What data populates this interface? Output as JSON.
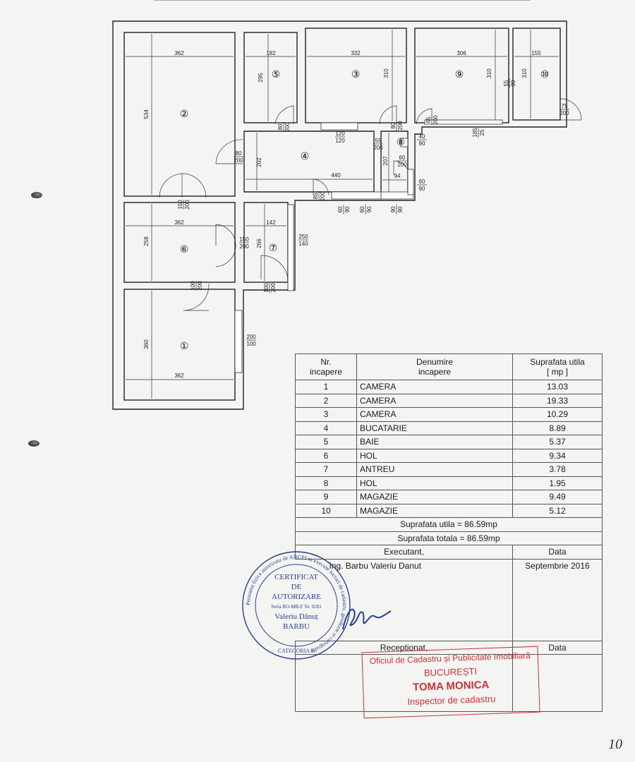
{
  "plan": {
    "rooms": [
      {
        "num": "1",
        "label": "①"
      },
      {
        "num": "2",
        "label": "②"
      },
      {
        "num": "3",
        "label": "③"
      },
      {
        "num": "4",
        "label": "④"
      },
      {
        "num": "5",
        "label": "⑤"
      },
      {
        "num": "6",
        "label": "⑥"
      },
      {
        "num": "7",
        "label": "⑦"
      },
      {
        "num": "8",
        "label": "⑧"
      },
      {
        "num": "9",
        "label": "⑨"
      },
      {
        "num": "10",
        "label": "⑩"
      }
    ],
    "dims": {
      "r2_w": "362",
      "r2_h": "534",
      "r5_w": "182",
      "r5_h": "295",
      "r3_w": "332",
      "r3_h": "310",
      "r9_w": "306",
      "r9_h": "310",
      "r10_w": "155",
      "r10_h": "310",
      "r4_h": "202",
      "r4_w": "440",
      "r6_w": "362",
      "r6_h": "258",
      "r7_w": "142",
      "r7_h": "266",
      "r1_w": "362",
      "r1_h": "360",
      "r8_h": "207",
      "r8_w": "94"
    },
    "openings": {
      "d5": [
        "80",
        "200"
      ],
      "d4a": [
        "80",
        "200"
      ],
      "w3": [
        "120",
        "120"
      ],
      "d3a": [
        "55",
        "200"
      ],
      "d3b": [
        "80",
        "200"
      ],
      "d9a": [
        "65",
        "200"
      ],
      "d9b": [
        "40",
        "90"
      ],
      "w9": [
        "185",
        "25"
      ],
      "d9c": [
        "55",
        "90"
      ],
      "d10": [
        "75",
        "200"
      ],
      "d8": [
        "60",
        "200"
      ],
      "w8": [
        "60",
        "90"
      ],
      "d2": [
        "150",
        "200"
      ],
      "d4b": [
        "85",
        "200"
      ],
      "w4a": [
        "60",
        "90"
      ],
      "w4b": [
        "60",
        "90"
      ],
      "w4c": [
        "90",
        "90"
      ],
      "w7": [
        "250",
        "140"
      ],
      "d6": [
        "150",
        "200"
      ],
      "d1": [
        "100",
        "200"
      ],
      "d7": [
        "100",
        "200"
      ],
      "w1": [
        "200",
        "100"
      ]
    }
  },
  "table": {
    "header": {
      "nr": "Nr.\nincapere",
      "name": "Denumire\nincapere",
      "area": "Suprafata utila\n[ mp ]"
    },
    "rows": [
      {
        "nr": "1",
        "name": "CAMERA",
        "area": "13.03"
      },
      {
        "nr": "2",
        "name": "CAMERA",
        "area": "19.33"
      },
      {
        "nr": "3",
        "name": "CAMERA",
        "area": "10.29"
      },
      {
        "nr": "4",
        "name": "BUCATARIE",
        "area": "8.89"
      },
      {
        "nr": "5",
        "name": "BAIE",
        "area": "5.37"
      },
      {
        "nr": "6",
        "name": "HOL",
        "area": "9.34"
      },
      {
        "nr": "7",
        "name": "ANTREU",
        "area": "3.78"
      },
      {
        "nr": "8",
        "name": "HOL",
        "area": "1.95"
      },
      {
        "nr": "9",
        "name": "MAGAZIE",
        "area": "9.49"
      },
      {
        "nr": "10",
        "name": "MAGAZIE",
        "area": "5.12"
      }
    ],
    "total_utila": "Suprafata utila = 86.59mp",
    "total_totala": "Suprafata totala = 86.59mp",
    "executant_label": "Executant,",
    "data_label": "Data",
    "executant_name": "Ing. Barbu Valeriu Danut",
    "executant_date": "Septembrie 2016",
    "receptionat_label": "Receptionat,",
    "data_label_2": "Data"
  },
  "seal": {
    "ring": "Persoana fizica autorizata de ANCPI sa execute lucrari de cadastru, geodezie si cartografie",
    "l1": "CERTIFICAT",
    "l2": "DE",
    "l3": "AUTORIZARE",
    "l4": "Seria RO-MB-F Nr. 0281",
    "l5": "Valeriu Dănuț",
    "l6": "BARBU",
    "cat": "CATEGORIA B"
  },
  "stamp": {
    "l1": "Oficiul de Cadastru și Publicitate Imobiliară",
    "l2": "BUCUREȘTI",
    "l3": "TOMA MONICA",
    "l4": "Inspector de cadastru"
  },
  "page_number": "10",
  "colors": {
    "seal": "#2a3f8c",
    "stamp": "#c8323a"
  }
}
